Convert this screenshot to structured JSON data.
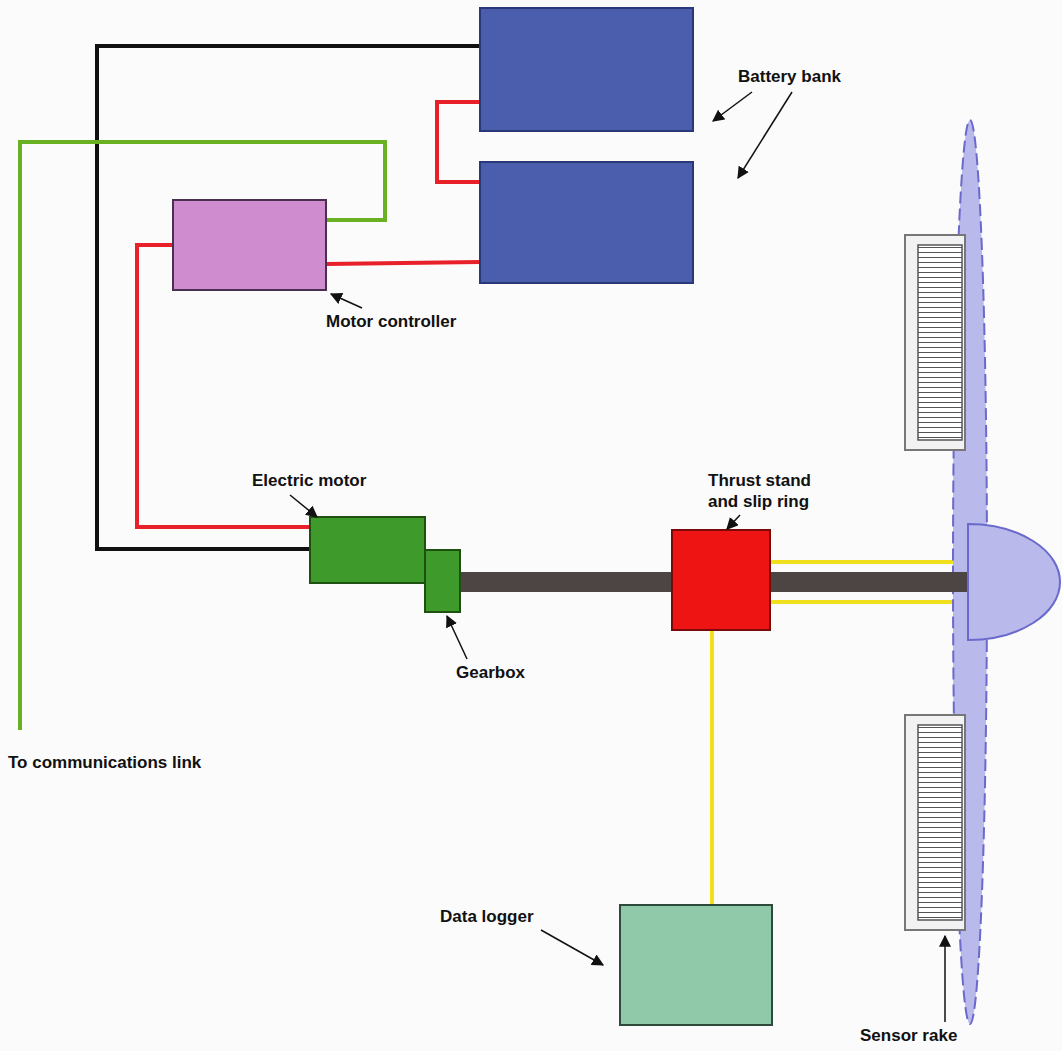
{
  "diagram": {
    "labels": [
      "Battery bank",
      "Motor controller",
      "Electric motor",
      "Thrust stand and slip ring",
      "Gearbox",
      "To communications link",
      "Data logger",
      "Sensor rake"
    ]
  }
}
